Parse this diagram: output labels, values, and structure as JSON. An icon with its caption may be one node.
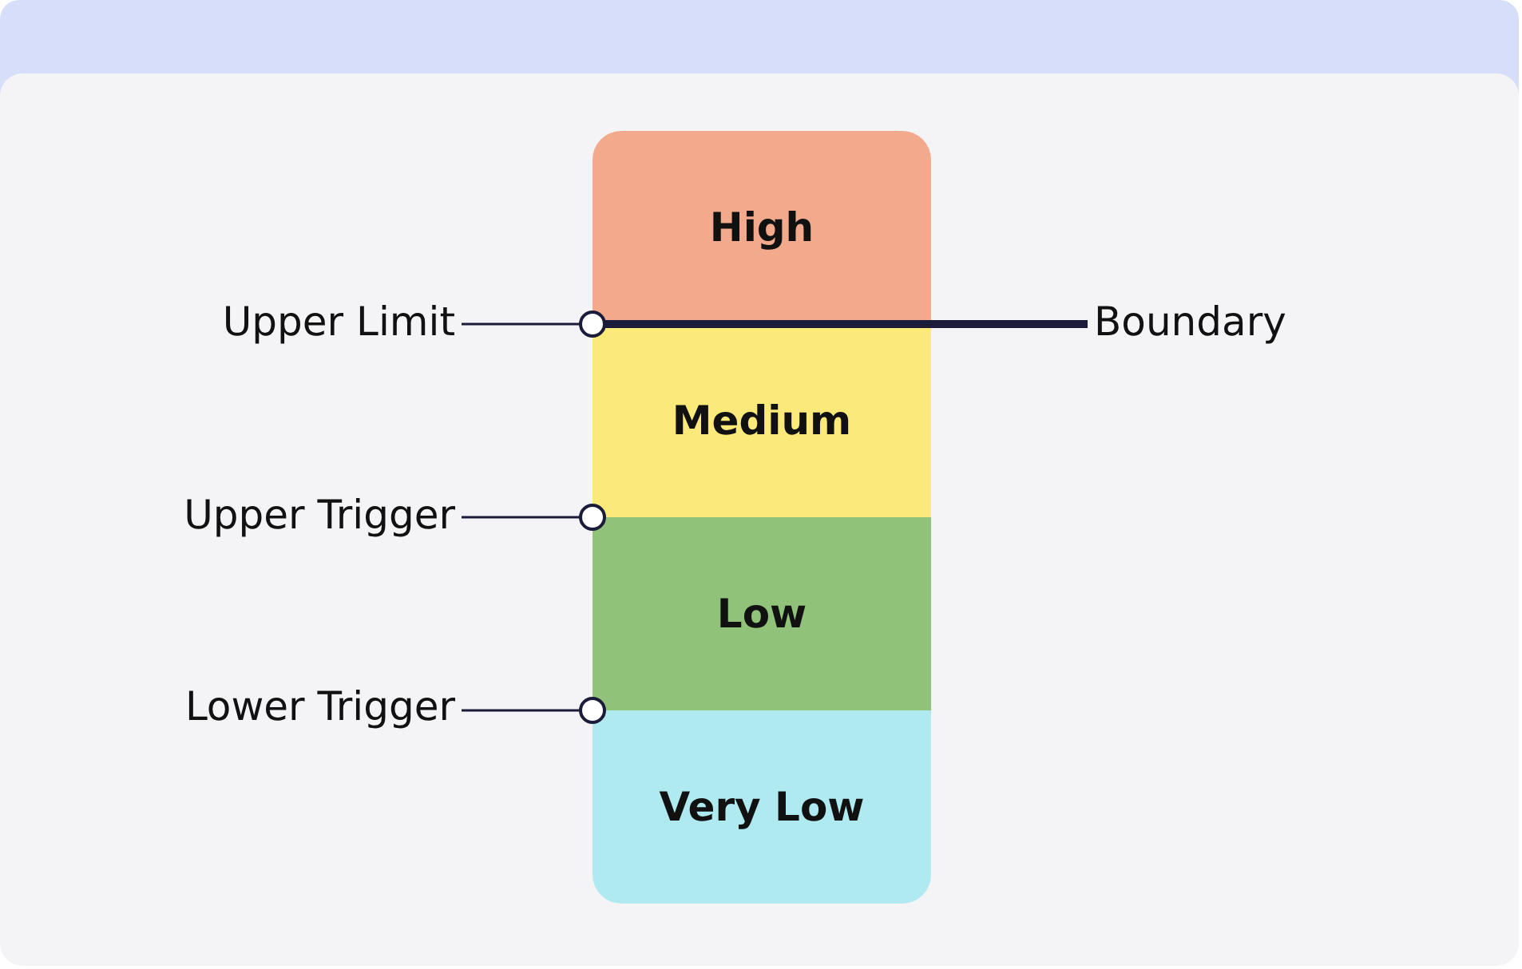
{
  "diagram": {
    "nodes": [
      {
        "text": [
          "High"
        ]
      },
      {
        "text": [
          "Medium"
        ]
      },
      {
        "text": [
          "Low"
        ]
      },
      {
        "text": [
          "Very Low"
        ]
      },
      {
        "text": [
          "Upper Limit"
        ]
      },
      {
        "text": [
          "Upper Trigger"
        ]
      },
      {
        "text": [
          "Lower Trigger"
        ]
      },
      {
        "text": [
          "Boundary"
        ]
      }
    ],
    "edges": [
      {
        "from": 4,
        "to": 0,
        "arrow": "other"
      },
      {
        "from": 7,
        "to": 0,
        "arrow": "none",
        "style": "thick"
      },
      {
        "from": 5,
        "to": 1,
        "arrow": "other"
      },
      {
        "from": 6,
        "to": 2,
        "arrow": "other"
      }
    ]
  }
}
